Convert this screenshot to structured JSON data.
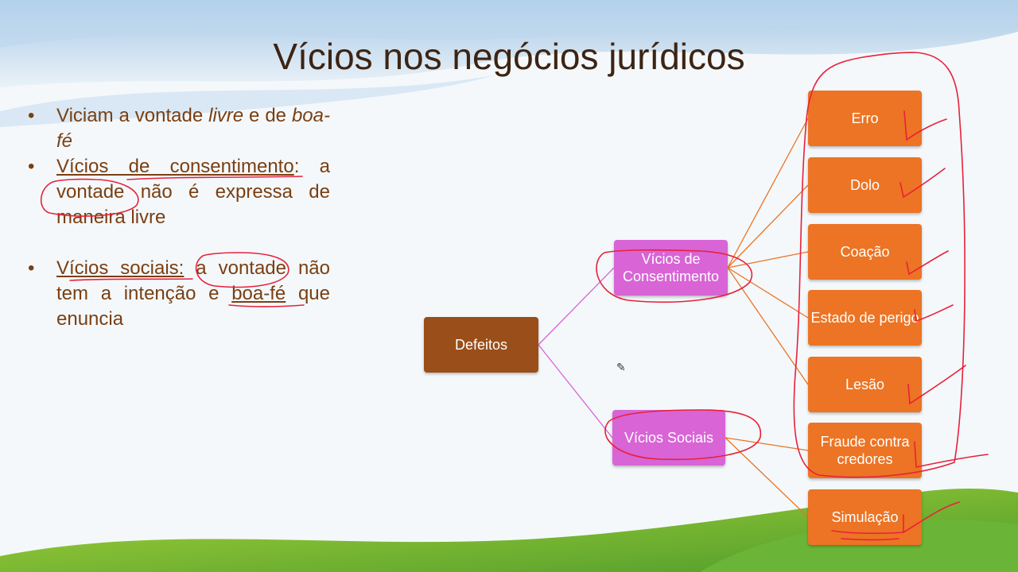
{
  "slide": {
    "title": "Vícios nos negócios jurídicos"
  },
  "bullets": {
    "b1_a": "Viciam a vontade ",
    "b1_b": "livre",
    "b1_c": " e de ",
    "b1_d": "boa-fé",
    "b2_a": "Vícios de consentimento",
    "b2_b": ": a vontade não é expressa de maneira livre",
    "b3_a": "Vícios sociais:",
    "b3_b": " a vontade não tem a intenção e ",
    "b3_c": "boa-fé",
    "b3_d": " que enuncia"
  },
  "diagram": {
    "root": "Defeitos",
    "consent": "Vícios de Consentimento",
    "social": "Vícios Sociais",
    "leaves": [
      "Erro",
      "Dolo",
      "Coação",
      "Estado de perigo",
      "Lesão",
      "Fraude contra credores",
      "Simulação"
    ],
    "colors": {
      "root": "#9a4e1a",
      "mid": "#d864d6",
      "leaf": "#ec7424",
      "connector_mid": "#d864d6",
      "connector_leaf": "#ec7424",
      "ink": "#e8213a"
    }
  }
}
